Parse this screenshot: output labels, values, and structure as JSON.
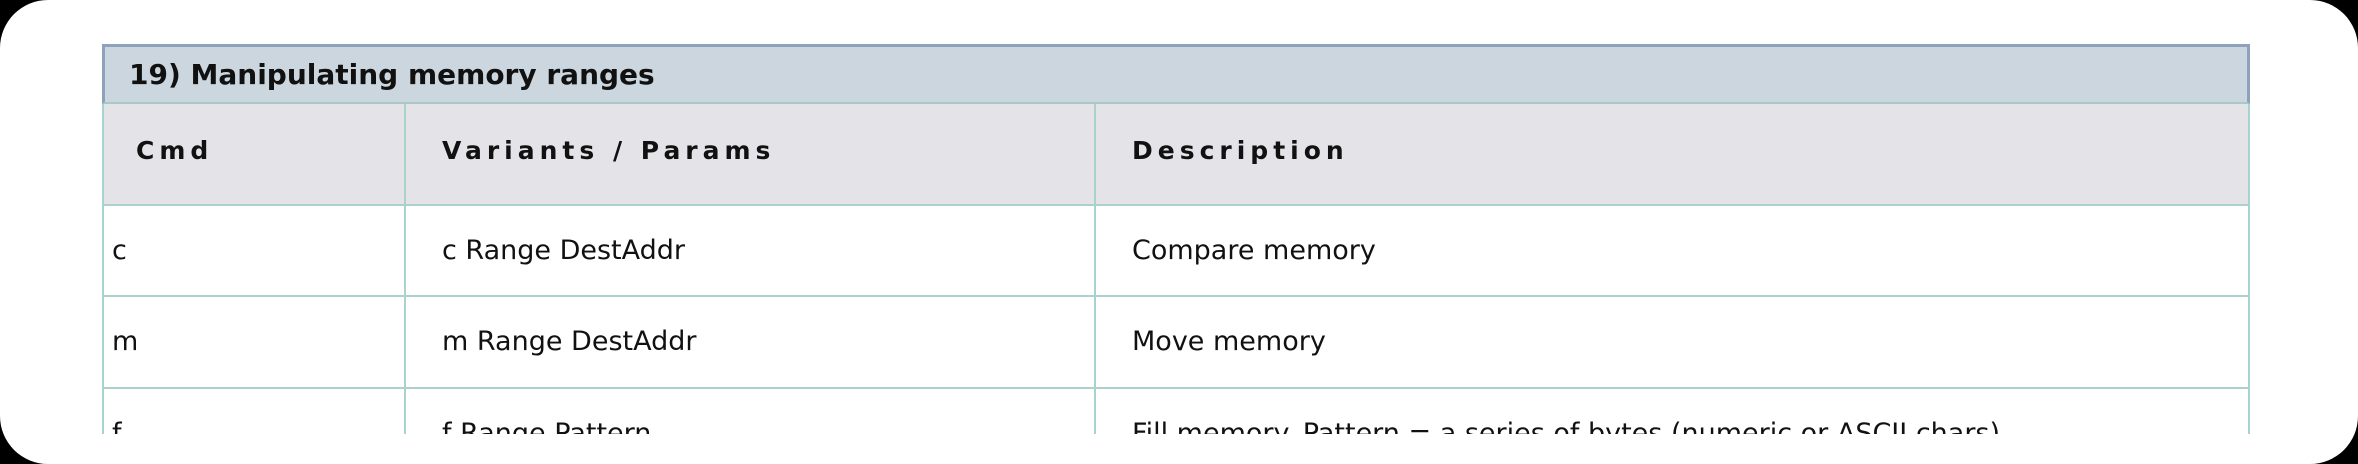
{
  "section": {
    "title": "19) Manipulating memory ranges"
  },
  "table": {
    "headers": [
      "Cmd",
      "Variants / Params",
      "Description"
    ],
    "rows": [
      [
        "c",
        "c Range DestAddr",
        "Compare memory"
      ],
      [
        "m",
        "m Range DestAddr",
        "Move memory"
      ],
      [
        "f",
        "f Range Pattern",
        "Fill memory. Pattern = a series of bytes (numeric or ASCII chars)"
      ]
    ]
  },
  "colors": {
    "title_bg": "#ccd6de",
    "header_bg": "#e4e4e8",
    "grid": "#a9d2cc",
    "title_border": "#8ea3bb"
  }
}
